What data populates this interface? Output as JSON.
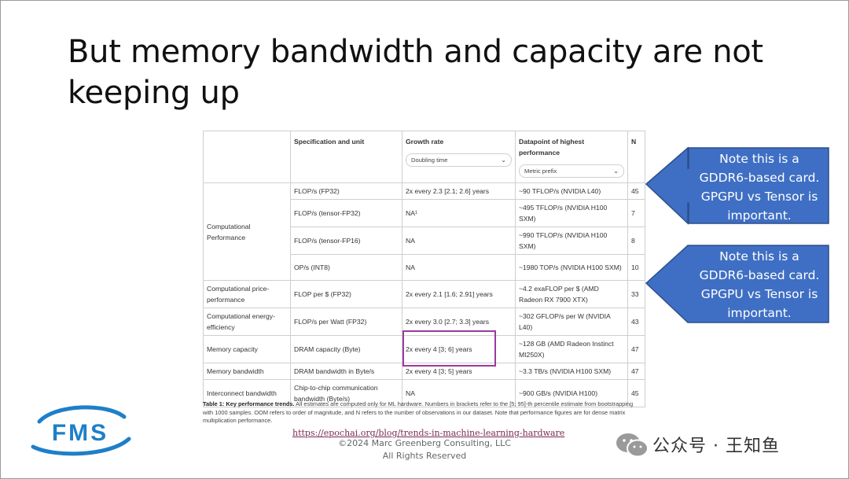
{
  "slide": {
    "title": "But memory bandwidth and capacity are not keeping up",
    "source_link": "https://epochai.org/blog/trends-in-machine-learning-hardware",
    "copyright_line1": "©2024 Marc Greenberg Consulting, LLC",
    "copyright_line2": "All Rights Reserved",
    "logo_text": "FMS",
    "watermark": "公众号 · 王知鱼"
  },
  "callouts": [
    {
      "line1": "Note this is a",
      "line2": "GDDR6-based card.",
      "line3": "GPGPU vs Tensor is",
      "line4": "important."
    },
    {
      "line1": "Note this is a",
      "line2": "GDDR6-based card.",
      "line3": "GPGPU vs Tensor is",
      "line4": "important."
    }
  ],
  "table": {
    "headers": {
      "spec": "Specification and unit",
      "growth": "Growth rate",
      "growth_select": "Doubling time",
      "datapoint": "Datapoint of highest performance",
      "datapoint_select": "Metric prefix",
      "n": "N"
    },
    "groups": {
      "computational_performance": "Computational Performance"
    },
    "rows": [
      {
        "category": "",
        "spec": "FLOP/s (FP32)",
        "growth": "2x every 2.3 [2.1; 2.6] years",
        "datapoint": "~90 TFLOP/s (NVIDIA L40)",
        "n": "45"
      },
      {
        "category": "",
        "spec": "FLOP/s (tensor-FP32)",
        "growth": "NA¹",
        "datapoint": "~495 TFLOP/s (NVIDIA H100 SXM)",
        "n": "7"
      },
      {
        "category": "",
        "spec": "FLOP/s (tensor-FP16)",
        "growth": "NA",
        "datapoint": "~990 TFLOP/s (NVIDIA H100 SXM)",
        "n": "8"
      },
      {
        "category": "",
        "spec": "OP/s (INT8)",
        "growth": "NA",
        "datapoint": "~1980 TOP/s (NVIDIA H100 SXM)",
        "n": "10"
      },
      {
        "category": "Computational price-performance",
        "spec": "FLOP per $ (FP32)",
        "growth": "2x every 2.1 [1.6; 2.91] years",
        "datapoint": "~4.2 exaFLOP per $ (AMD Radeon RX 7900 XTX)",
        "n": "33"
      },
      {
        "category": "Computational energy-efficiency",
        "spec": "FLOP/s per Watt (FP32)",
        "growth": "2x every 3.0 [2.7; 3.3] years",
        "datapoint": "~302 GFLOP/s per W (NVIDIA L40)",
        "n": "43"
      },
      {
        "category": "Memory capacity",
        "spec": "DRAM capacity (Byte)",
        "growth": "2x every 4 [3; 6] years",
        "datapoint": "~128 GB (AMD Radeon Instinct MI250X)",
        "n": "47"
      },
      {
        "category": "Memory bandwidth",
        "spec": "DRAM bandwidth in Byte/s",
        "growth": "2x every 4 [3; 5] years",
        "datapoint": "~3.3 TB/s (NVIDIA H100 SXM)",
        "n": "47"
      },
      {
        "category": "Interconnect bandwidth",
        "spec": "Chip-to-chip communication bandwidth (Byte/s)",
        "growth": "NA",
        "datapoint": "~900 GB/s (NVIDIA H100)",
        "n": "45"
      }
    ],
    "caption_bold": "Table 1: Key performance trends.",
    "caption_rest": " All estimates are computed only for ML hardware. Numbers in brackets refer to the [5; 95]-th percentile estimate from bootstrapping with 1000 samples. OOM refers to order of magnitude, and N refers to the number of observations in our dataset. Note that performance figures are for dense matrix multiplication performance."
  },
  "colors": {
    "callout_fill": "#3f6fc4",
    "callout_border": "#2e4f8a",
    "highlight": "#9b3aa0",
    "logo_blue": "#1e7fc8"
  }
}
